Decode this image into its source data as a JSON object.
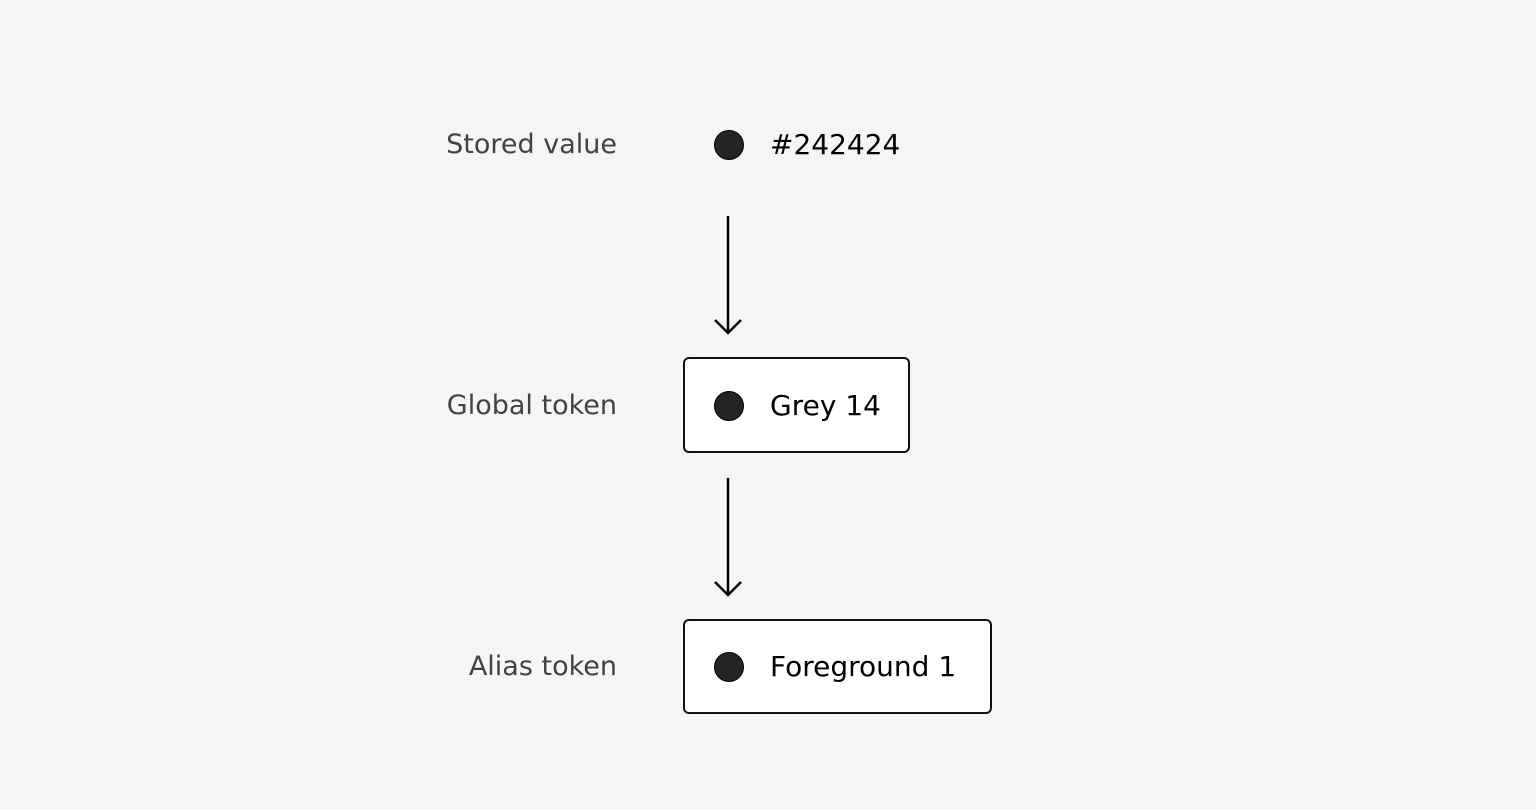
{
  "rows": [
    {
      "label": "Stored value",
      "value": "#242424"
    },
    {
      "label": "Global token",
      "value": "Grey 14"
    },
    {
      "label": "Alias token",
      "value": "Foreground 1"
    }
  ],
  "swatch_color": "#242424"
}
